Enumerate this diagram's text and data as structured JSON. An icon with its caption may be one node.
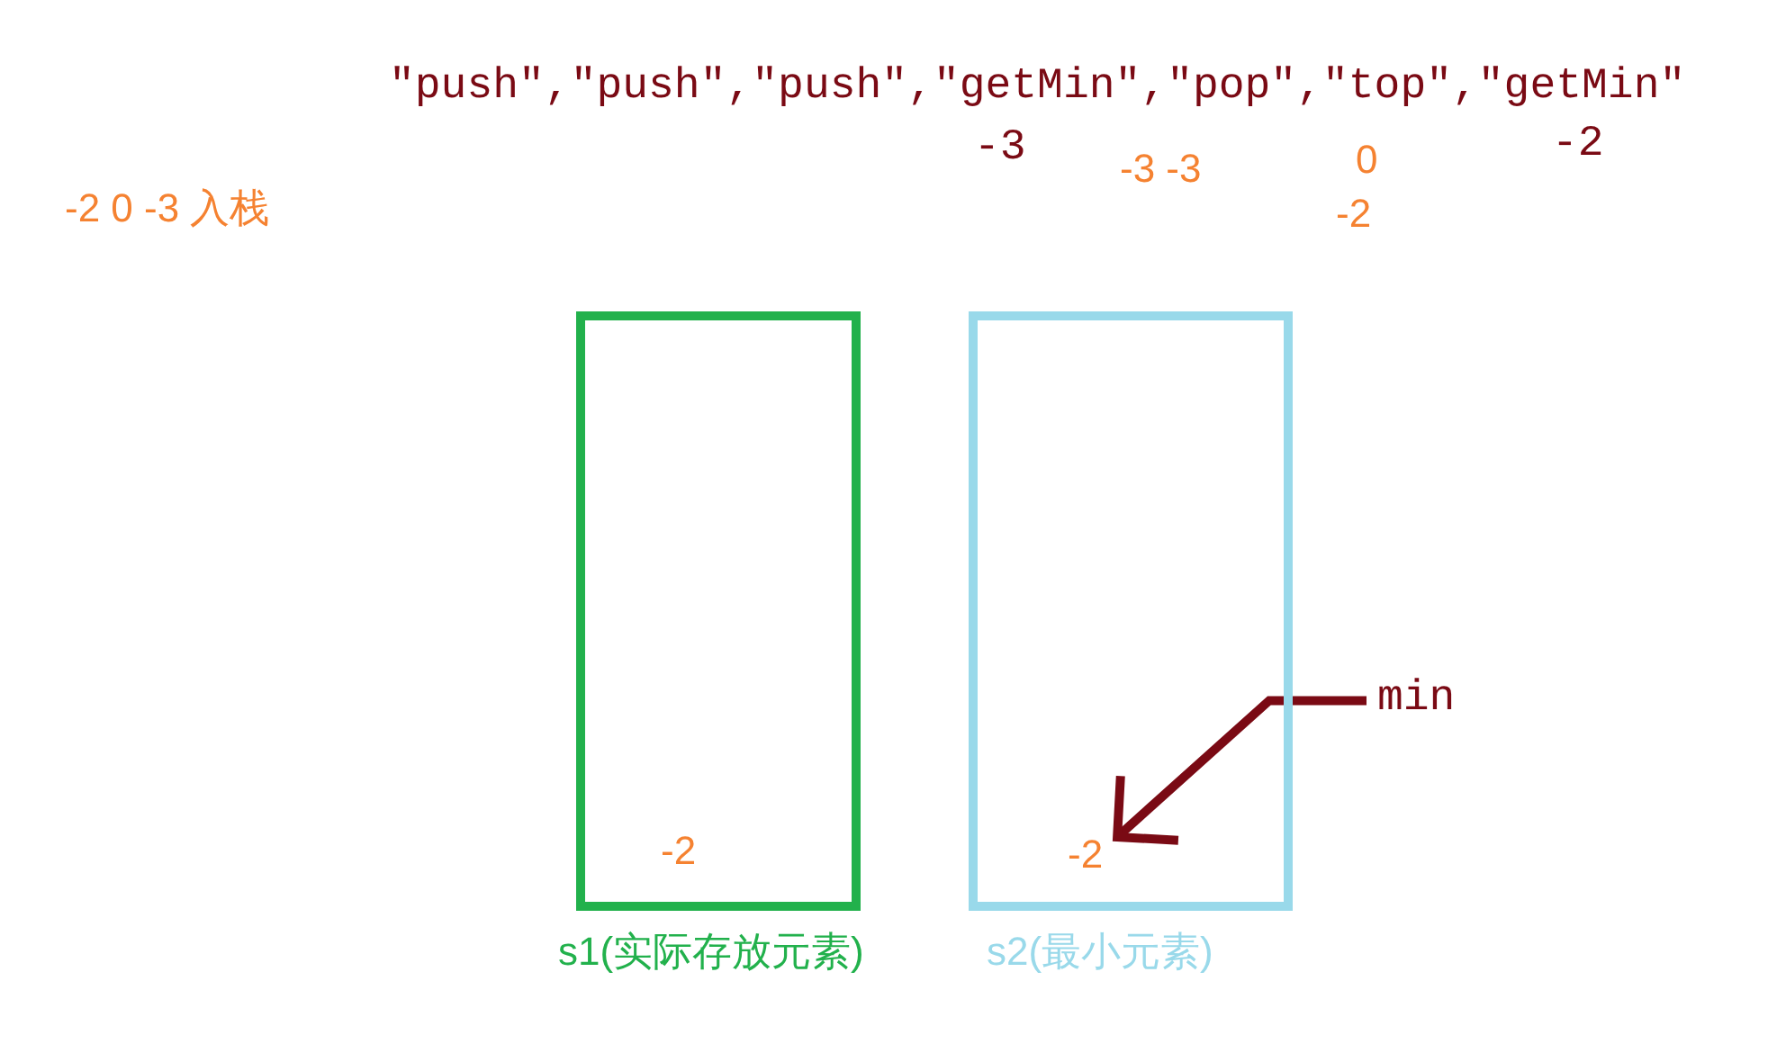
{
  "diagram": {
    "nodes": [
      {
        "text": [
          "s1(实际存放元素)"
        ]
      },
      {
        "text": [
          "-2"
        ],
        "in": 0
      },
      {
        "text": [
          "s2(最小元素)"
        ]
      },
      {
        "text": [
          "-2"
        ],
        "in": 2
      },
      {
        "text": [
          "min"
        ]
      }
    ],
    "edges": [
      {
        "from": 4,
        "to": 3,
        "arrow": "to"
      }
    ],
    "labels": [
      "\"push\",\"push\",\"push\",\"getMin\",\"pop\",\"top\",\"getMin\"",
      "-3",
      "-2",
      "-3 -3",
      "0",
      "-2 0 -3 入栈",
      "-2"
    ]
  }
}
